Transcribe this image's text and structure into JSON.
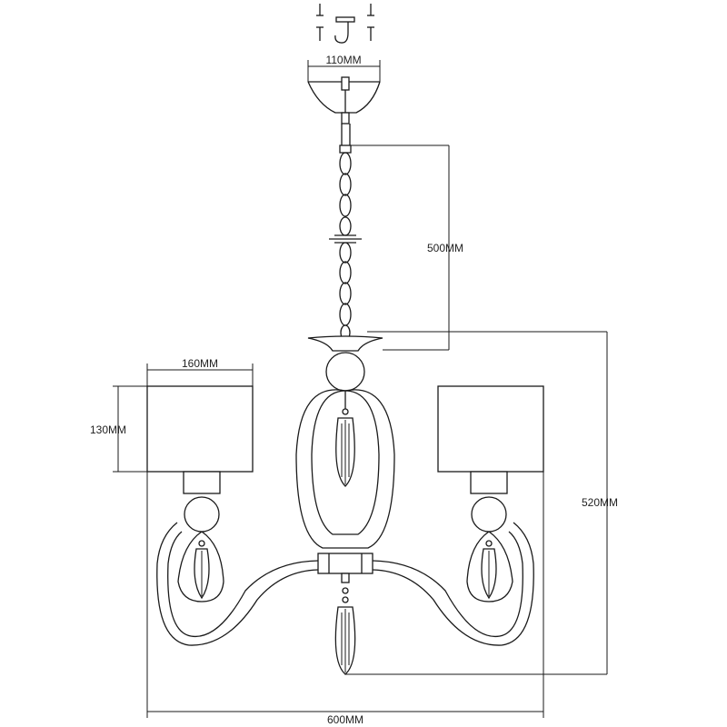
{
  "dimensions": {
    "ceiling_plate_width": "110MM",
    "chain_length": "500MM",
    "shade_width": "160MM",
    "shade_height": "130MM",
    "total_height": "520MM",
    "total_width": "600MM"
  }
}
